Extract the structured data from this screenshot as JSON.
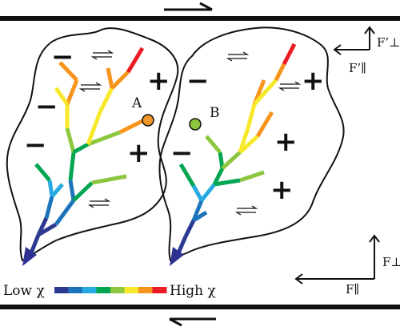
{
  "points": {
    "a": {
      "label": "A",
      "color": "#f0962a"
    },
    "b": {
      "label": "B",
      "color": "#8cc63f"
    }
  },
  "signs": {
    "plus": "+",
    "minus": "−"
  },
  "forces": {
    "top_perp": "F’⊥",
    "top_par": "F’∥",
    "bottom_perp": "F⊥",
    "bottom_par": "F∥"
  },
  "legend": {
    "low": "Low χ",
    "high": "High χ",
    "colors": [
      "#2b3990",
      "#1c75bc",
      "#27aae1",
      "#00a651",
      "#8dc63f",
      "#f7e92a",
      "#f7941d",
      "#ed1c24"
    ]
  },
  "colors": {
    "outline": "#000000",
    "arrow": "#2e3192"
  }
}
